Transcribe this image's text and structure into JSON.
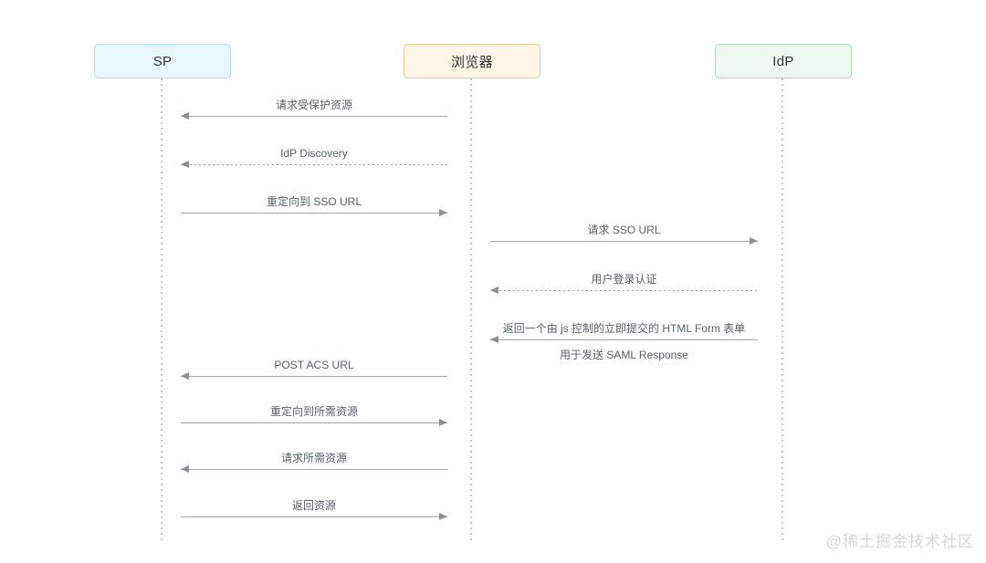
{
  "diagram_type": "sequence-diagram",
  "actors": [
    {
      "id": "sp",
      "label": "SP",
      "fill": "#eaf5fc",
      "border": "#b9def2"
    },
    {
      "id": "browser",
      "label": "浏览器",
      "fill": "#fcf5e8",
      "border": "#ecca95"
    },
    {
      "id": "idp",
      "label": "IdP",
      "fill": "#edf7ef",
      "border": "#afd8b5"
    }
  ],
  "messages": [
    {
      "label": "请求受保护资源",
      "from": "浏览器",
      "to": "SP",
      "direction": "left",
      "line_style": "solid"
    },
    {
      "label": "IdP Discovery",
      "from": "浏览器",
      "to": "SP",
      "direction": "left",
      "line_style": "dashed"
    },
    {
      "label": "重定向到 SSO URL",
      "from": "SP",
      "to": "浏览器",
      "direction": "right",
      "line_style": "solid"
    },
    {
      "label": "请求 SSO URL",
      "from": "浏览器",
      "to": "IdP",
      "direction": "right",
      "line_style": "solid"
    },
    {
      "label": "用户登录认证",
      "from": "IdP",
      "to": "浏览器",
      "direction": "left",
      "line_style": "dashed"
    },
    {
      "label": "返回一个由 js 控制的立即提交的 HTML Form 表单",
      "sublabel": "用于发送 SAML Response",
      "from": "IdP",
      "to": "浏览器",
      "direction": "left",
      "line_style": "solid"
    },
    {
      "label": "POST ACS URL",
      "from": "浏览器",
      "to": "SP",
      "direction": "left",
      "line_style": "solid"
    },
    {
      "label": "重定向到所需资源",
      "from": "SP",
      "to": "浏览器",
      "direction": "right",
      "line_style": "solid"
    },
    {
      "label": "请求所需资源",
      "from": "浏览器",
      "to": "SP",
      "direction": "left",
      "line_style": "solid"
    },
    {
      "label": "返回资源",
      "from": "SP",
      "to": "浏览器",
      "direction": "right",
      "line_style": "solid"
    }
  ],
  "watermark": {
    "text": "@稀土掘金技术社区"
  },
  "colors": {
    "background": "#ffffff",
    "arrow_line": "#a3a7ad",
    "arrow_head": "#8b9097",
    "message_text": "#5a6067",
    "actor_text": "#333333",
    "lifeline": "#c7cacf",
    "watermark_text": "#d8d8d8"
  }
}
